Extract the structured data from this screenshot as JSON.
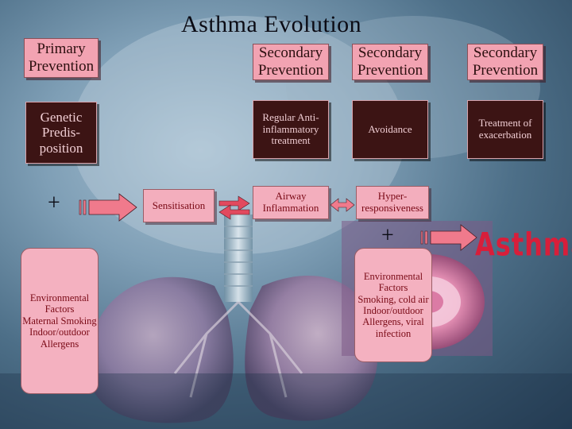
{
  "title": "Asthma Evolution",
  "headers": {
    "primary": "Primary Prevention",
    "secondary_1": "Secondary Prevention",
    "secondary_2": "Secondary Prevention",
    "secondary_3": "Secondary Prevention"
  },
  "treatments": {
    "genetic": "Genetic Predis-position",
    "regular": "Regular Anti-inflammatory treatment",
    "avoidance": "Avoidance",
    "exacerbation": "Treatment of exacerbation"
  },
  "stages": {
    "sensitisation": "Sensitisation",
    "airway": "Airway Inflammation",
    "hyper": "Hyper-responsiveness"
  },
  "plus_sign": "+",
  "outcome": "Asthma",
  "environment_left": {
    "line1": "Environmental",
    "line2": "Factors",
    "line3": "Maternal Smoking",
    "line4": "Indoor/outdoor",
    "line5": "Allergens"
  },
  "environment_right": {
    "line1": "Environmental",
    "line2": "Factors",
    "line3": "Smoking, cold air",
    "line4": "Indoor/outdoor",
    "line5": "Allergens, viral",
    "line6": "infection"
  },
  "colors": {
    "header_fill": "#f2a3b2",
    "box_fill": "#f3aebd",
    "dark_fill": "#3c1414",
    "arrow_fill": "#f07a8c",
    "outcome_text": "#d81e3a"
  }
}
